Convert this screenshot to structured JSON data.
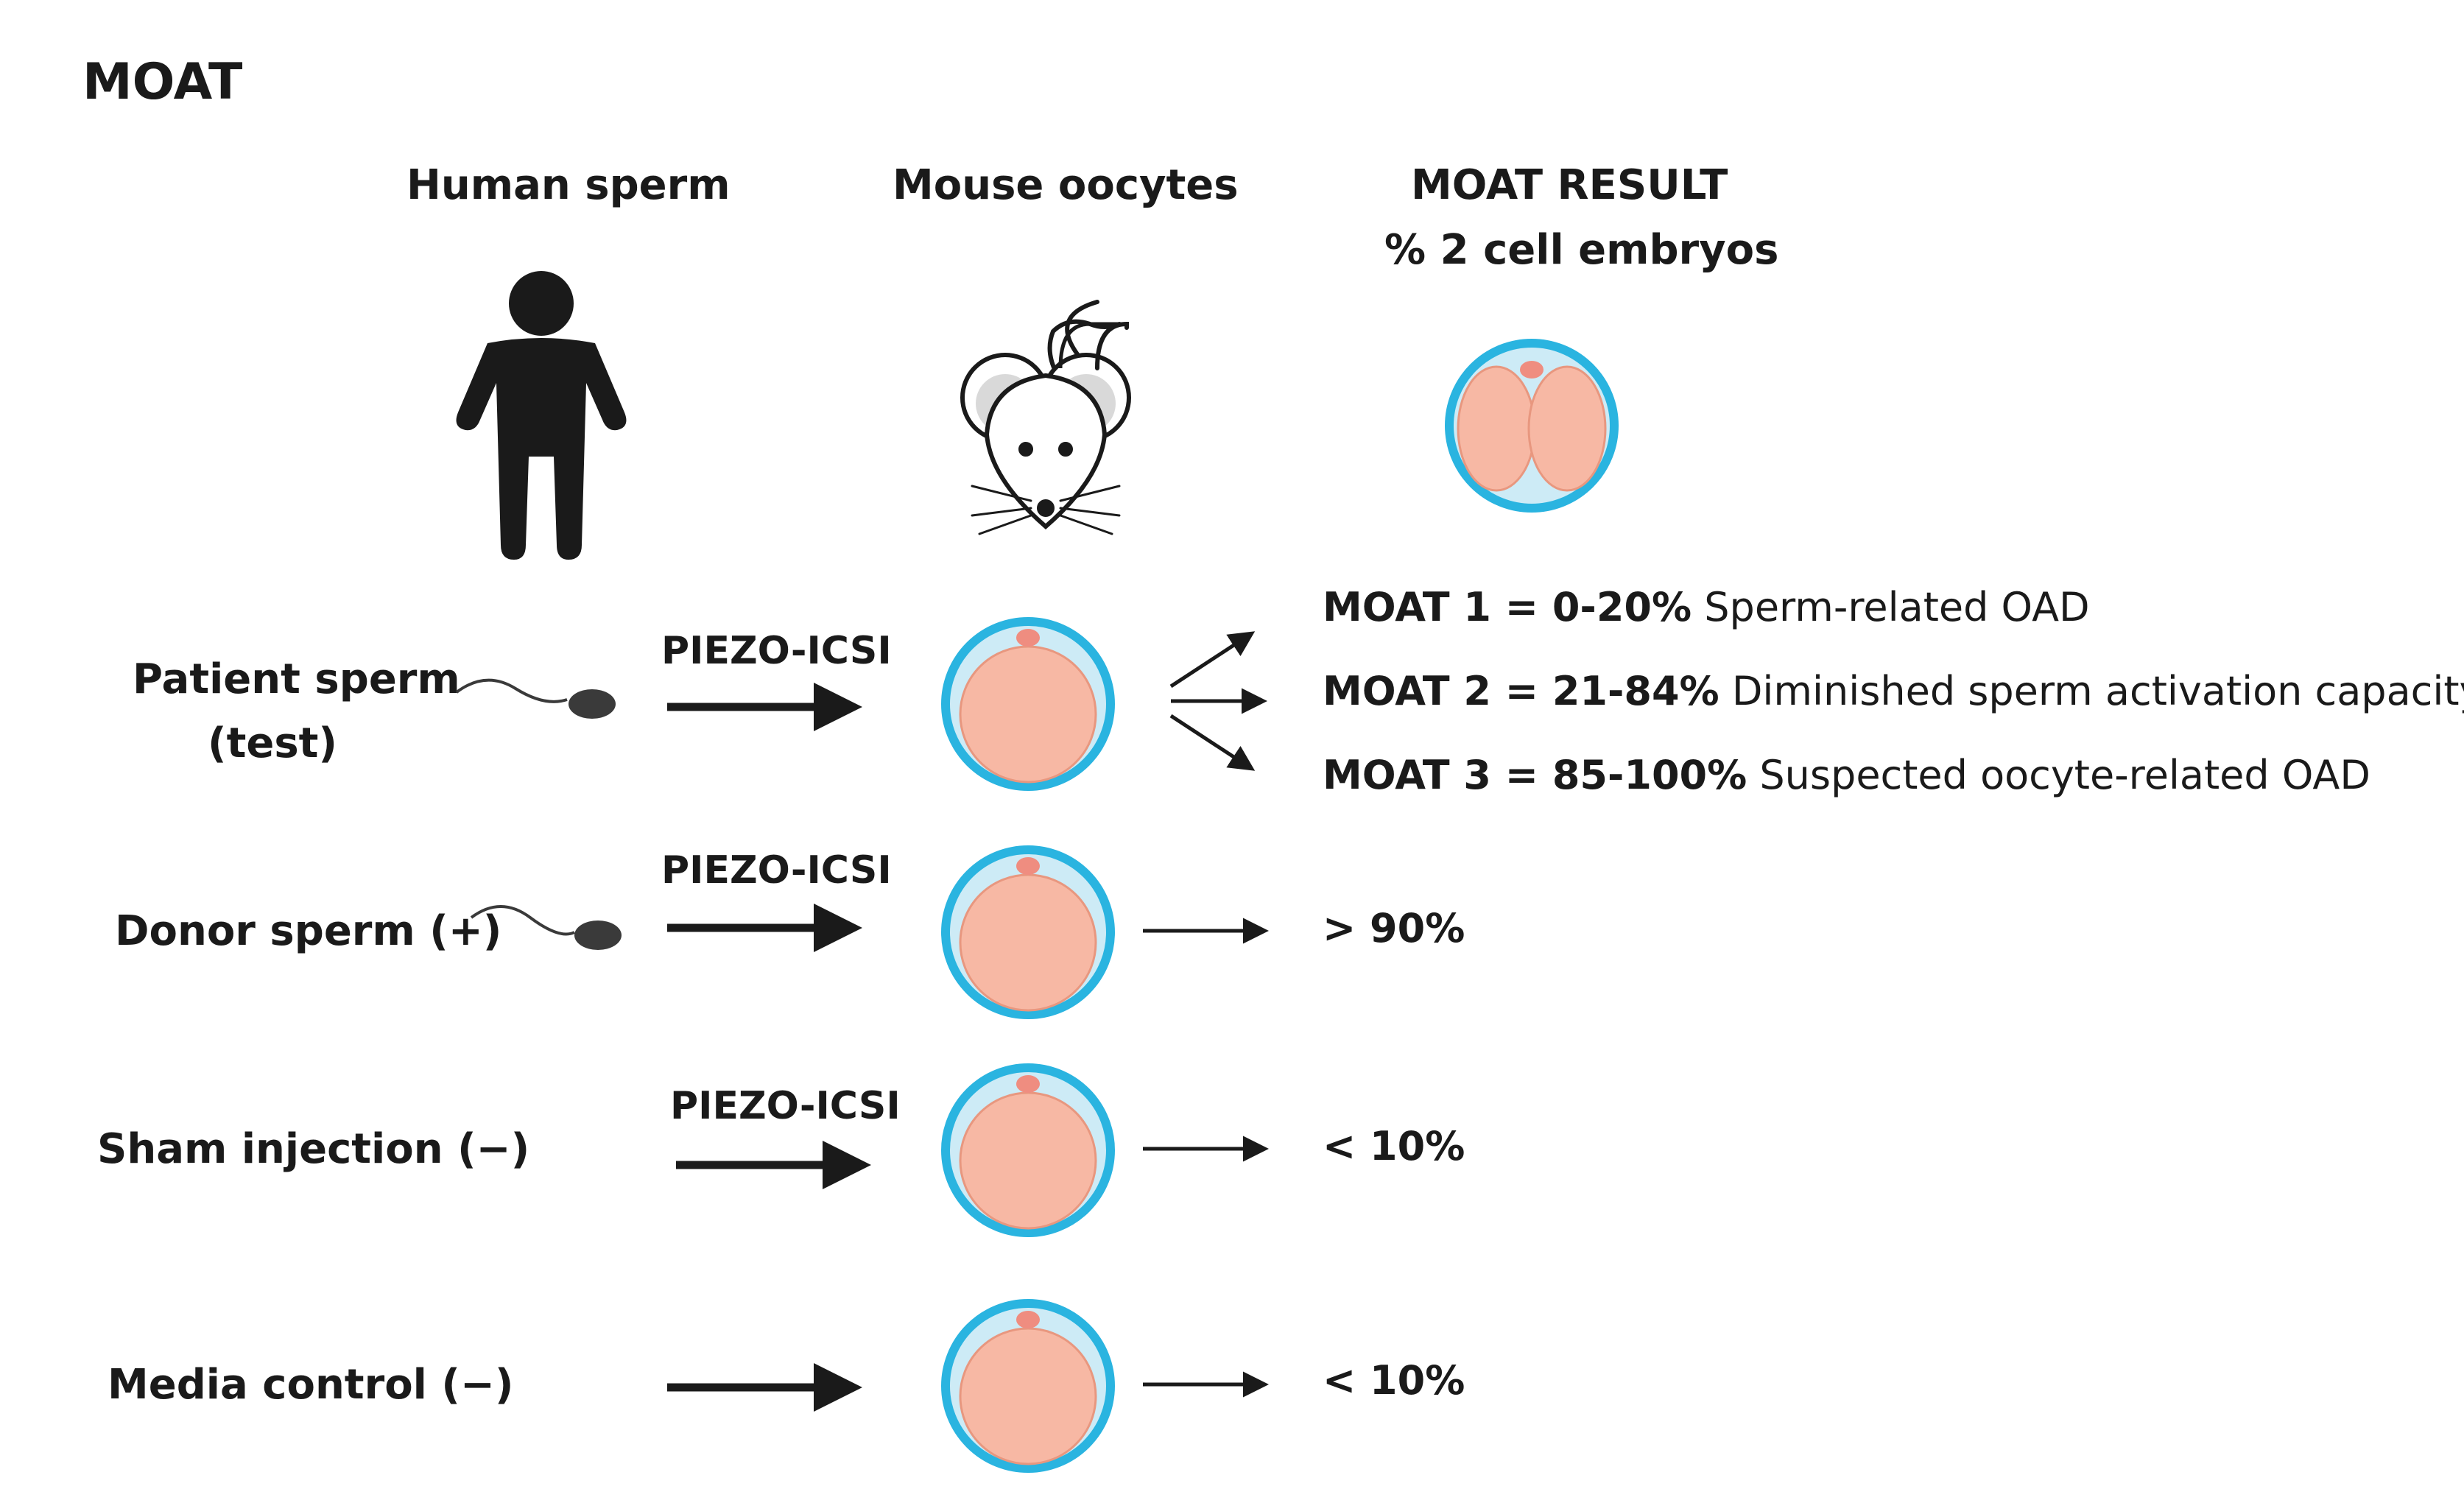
{
  "title": "MOAT",
  "columns": {
    "human_sperm": "Human sperm",
    "mouse_oocytes": "Mouse oocytes",
    "result_line1": "MOAT RESULT",
    "result_line2": "% 2 cell embryos"
  },
  "rows": {
    "patient": {
      "label_line1": "Patient sperm",
      "label_line2": "(test)",
      "method": "PIEZO-ICSI"
    },
    "donor": {
      "label": "Donor sperm (+)",
      "method": "PIEZO-ICSI",
      "result": "> 90%"
    },
    "sham": {
      "label": "Sham injection (−)",
      "method": "PIEZO-ICSI",
      "result": "< 10%"
    },
    "media": {
      "label": "Media control (−)",
      "result": "< 10%"
    }
  },
  "outcomes": [
    {
      "range": "MOAT 1 = 0-20%",
      "meaning": "Sperm-related OAD"
    },
    {
      "range": "MOAT 2 = 21-84%",
      "meaning": "Diminished sperm activation capacity"
    },
    {
      "range": "MOAT 3 = 85-100%",
      "meaning": "Suspected oocyte-related OAD"
    }
  ],
  "colors": {
    "zona": "#2ab4e0",
    "perivitelline": "#cdebf6",
    "cytoplasm": "#f7b8a4",
    "polar_body": "#ef8d80",
    "ink": "#1a1a1a"
  },
  "icons": {
    "human": "human-figure-icon",
    "mouse": "mouse-head-icon",
    "sperm": "sperm-icon",
    "oocyte": "oocyte-icon",
    "embryo": "two-cell-embryo-icon"
  }
}
